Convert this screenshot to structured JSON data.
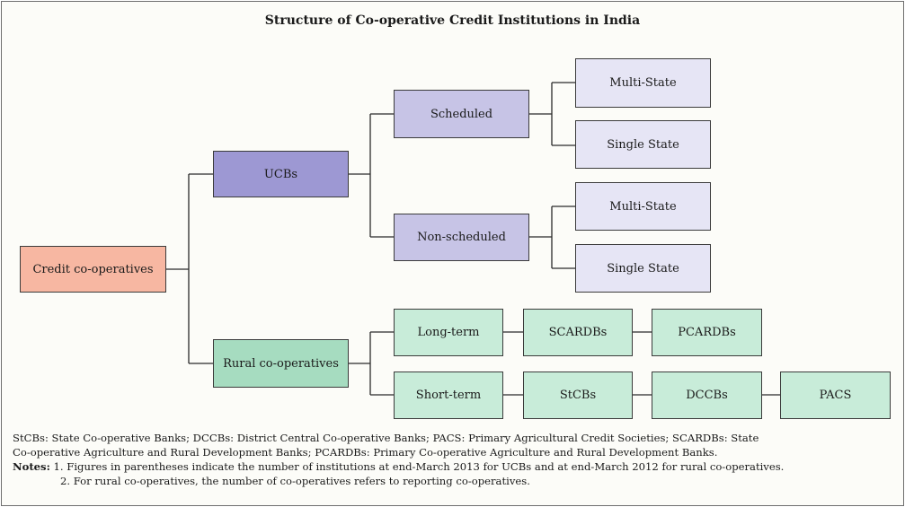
{
  "title": "Structure of Co-operative Credit Institutions in India",
  "boxes": {
    "credit": "Credit co-operatives",
    "ucbs": "UCBs",
    "scheduled": "Scheduled",
    "sched_multi": "Multi-State",
    "sched_single": "Single State",
    "nonscheduled": "Non-scheduled",
    "nonsched_multi": "Multi-State",
    "nonsched_single": "Single State",
    "rural": "Rural co-operatives",
    "longterm": "Long-term",
    "scardbs": "SCARDBs",
    "pcardbs": "PCARDBs",
    "shortterm": "Short-term",
    "stcbs": "StCBs",
    "dccbs": "DCCBs",
    "pacs": "PACS"
  },
  "notes": {
    "abbr_line1": "StCBs: State Co-operative Banks; DCCBs: District Central Co-operative Banks; PACS: Primary Agricultural Credit Societies; SCARDBs: State",
    "abbr_line2": "Co-operative Agriculture and Rural Development Banks; PCARDBs: Primary Co-operative Agriculture and Rural Development Banks.",
    "notes_label": "Notes:",
    "note1": " 1. Figures in parentheses indicate the number of institutions at end-March 2013 for UCBs and at end-March 2012 for rural co-operatives.",
    "note2": "2. For rural co-operatives, the number of co-operatives refers to reporting co-operatives."
  },
  "colors": {
    "root": "#f7b7a2",
    "ucb_level1": "#9d98d3",
    "ucb_level2": "#c7c4e6",
    "ucb_level3": "#e6e5f5",
    "rural_level1": "#a6dcc0",
    "rural_level2": "#c8ecd9"
  }
}
